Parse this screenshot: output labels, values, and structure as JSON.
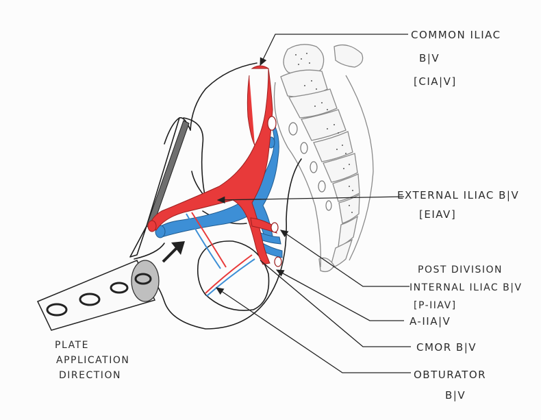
{
  "diagram": {
    "labels": {
      "common_iliac": [
        "COMMON ILIAC",
        "B|V",
        "[CIA|V]"
      ],
      "external_iliac": [
        "EXTERNAL ILIAC B|V",
        "[EIAV]"
      ],
      "post_division": [
        "POST DIVISION",
        "INTERNAL ILIAC B|V",
        "[P-IIAV]"
      ],
      "a_iia": "A-IIA|V",
      "cmor": "CMOR B|V",
      "obturator": [
        "OBTURATOR",
        "B|V"
      ],
      "plate": [
        "PLATE",
        "APPLICATION",
        "DIRECTION"
      ]
    },
    "colors": {
      "artery": "#e83a3a",
      "vein": "#3d8fd6",
      "outline": "#1e1e1e"
    }
  }
}
